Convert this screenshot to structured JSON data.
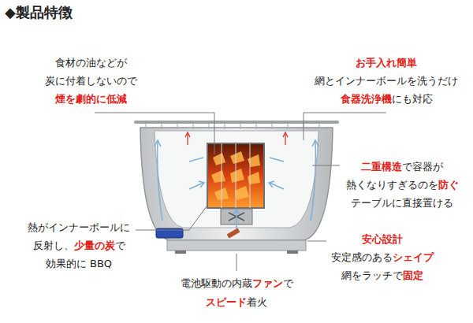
{
  "diagram": {
    "title": "◆製品特徴",
    "labels": [
      "食材の油などが",
      "炭に付着しないので",
      "煙を劇的に低減",
      "お手入れ簡単",
      "網とインナーボールを洗うだけ",
      "食器洗浄機",
      "にも対応",
      "二重構造",
      "で容器が",
      "熱くなりすぎるのを",
      "防ぐ",
      "テーブルに直接置ける",
      "熱がインナーボールに",
      "反射し、",
      "少量の炭",
      "で",
      "効果的に BBQ",
      "安心設計",
      "安定感のある",
      "シェイプ",
      "網をラッチで",
      "固定",
      "電池駆動の内蔵",
      "ファン",
      "で",
      "スピード",
      "着火"
    ]
  }
}
